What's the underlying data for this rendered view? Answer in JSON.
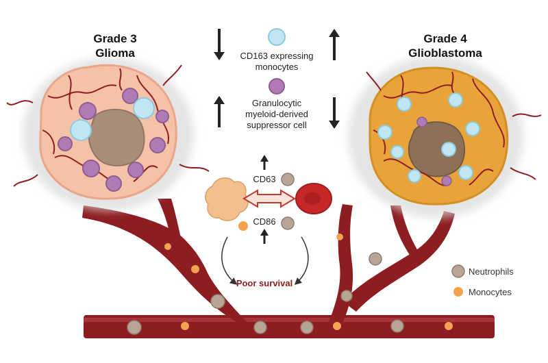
{
  "left_tumor": {
    "title_line1": "Grade 3",
    "title_line2": "Glioma"
  },
  "right_tumor": {
    "title_line1": "Grade 4",
    "title_line2": "Glioblastoma"
  },
  "center": {
    "cd163_line1": "CD163 expressing",
    "cd163_line2": "monocytes",
    "gmdsc_line1": "Granulocytic",
    "gmdsc_line2": "myeloid-derived",
    "gmdsc_line3": "suppressor cell",
    "cd63": "CD63",
    "cd86": "CD86",
    "outcome": "Poor survival"
  },
  "legend": {
    "neutrophils": "Neutrophils",
    "monocytes": "Monocytes"
  },
  "colors": {
    "vessel": "#8e1d22",
    "vessel_dark": "#6e1519",
    "neutrophil": "#b8a596",
    "monocyte": "#f3a24f",
    "gmdsc": "#b07bb5",
    "cd163": "#bfe6f2",
    "glioma": "#f5c2a8",
    "glioblastoma": "#e8a43a",
    "rbc": "#c62828"
  },
  "icons": [
    "up-arrow-icon",
    "down-arrow-icon",
    "double-arrow-icon",
    "curved-arrow-icon"
  ]
}
